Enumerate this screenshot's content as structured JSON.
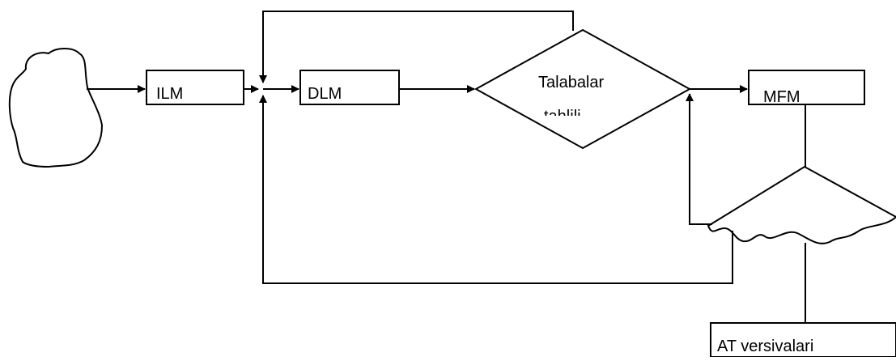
{
  "diagram": {
    "nodes": {
      "ilm": "ILM",
      "dlm": "DLM",
      "decision_line1": "Talabalar",
      "decision_line2": "tahlili",
      "mfm": "MFM",
      "at": "AT versivalari"
    }
  }
}
